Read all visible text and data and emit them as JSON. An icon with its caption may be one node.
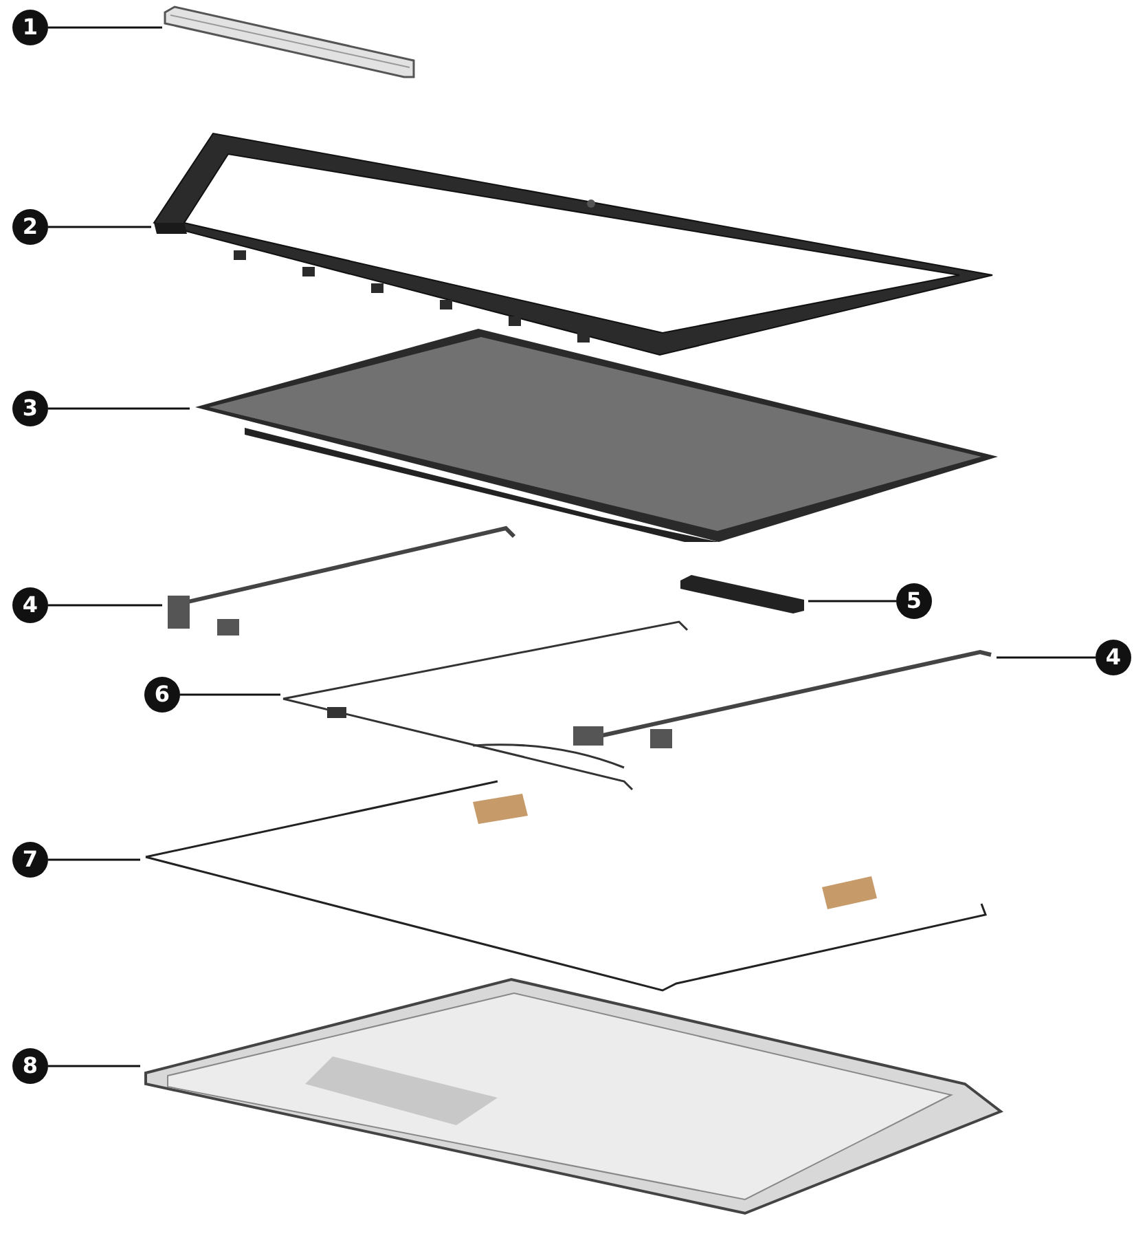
{
  "diagram": {
    "nodes": [
      {
        "text": [
          "1"
        ]
      },
      {
        "text": [],
        "shape": "picture"
      },
      {
        "text": [
          "2"
        ]
      },
      {
        "text": [],
        "shape": "picture"
      },
      {
        "text": [
          "3"
        ]
      },
      {
        "text": [],
        "shape": "picture"
      },
      {
        "text": [
          "4"
        ]
      },
      {
        "text": [],
        "shape": "picture"
      },
      {
        "text": [
          "5"
        ]
      },
      {
        "text": [],
        "shape": "picture"
      },
      {
        "text": [
          "4"
        ]
      },
      {
        "text": [],
        "shape": "picture"
      },
      {
        "text": [
          "6"
        ]
      },
      {
        "text": [],
        "shape": "picture"
      },
      {
        "text": [
          "7"
        ]
      },
      {
        "text": [],
        "shape": "picture"
      },
      {
        "text": [
          "8"
        ]
      },
      {
        "text": [],
        "shape": "picture"
      }
    ],
    "edges": [
      {
        "from": 0,
        "to": 1,
        "arrow": "none"
      },
      {
        "from": 2,
        "to": 3,
        "arrow": "none"
      },
      {
        "from": 4,
        "to": 5,
        "arrow": "none"
      },
      {
        "from": 6,
        "to": 7,
        "arrow": "none"
      },
      {
        "from": 8,
        "to": 9,
        "arrow": "none"
      },
      {
        "from": 10,
        "to": 11,
        "arrow": "none"
      },
      {
        "from": 12,
        "to": 13,
        "arrow": "none"
      },
      {
        "from": 14,
        "to": 15,
        "arrow": "none"
      },
      {
        "from": 16,
        "to": 17,
        "arrow": "none"
      }
    ]
  }
}
